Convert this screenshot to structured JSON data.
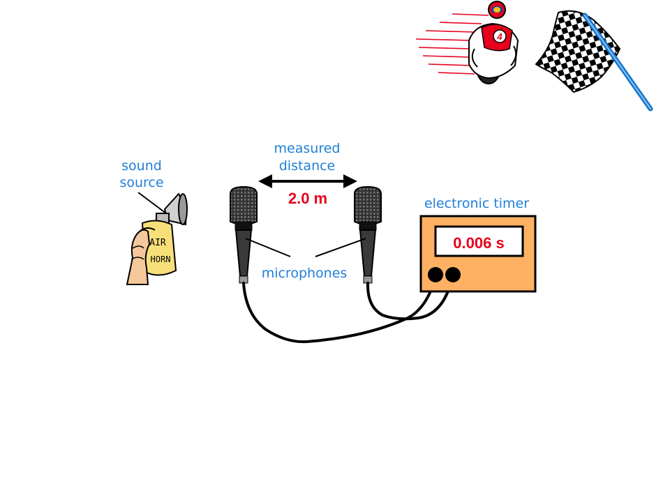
{
  "labels": {
    "sound_source": [
      "sound",
      "source"
    ],
    "measured_distance": [
      "measured",
      "distance"
    ],
    "distance_value": "2.0 m",
    "electronic_timer": "electronic timer",
    "timer_reading": "0.006 s",
    "microphones": "microphones",
    "horn_can_text": [
      "AIR",
      "HORN"
    ]
  },
  "colors": {
    "label_blue": "#1e7fd8",
    "value_red": "#e8001c",
    "timer_orange": "#ffb163",
    "outline": "#000000"
  },
  "icons": [
    "air-horn-icon",
    "microphone-icon",
    "electronic-timer-icon",
    "motorbike-racer-icon",
    "checkered-flag-icon"
  ]
}
